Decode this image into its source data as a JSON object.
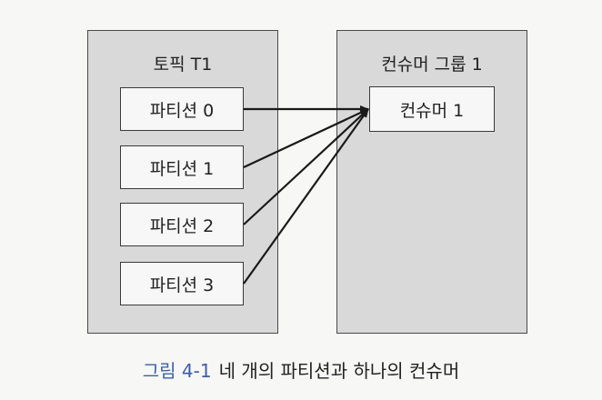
{
  "topic": {
    "title": "토픽 T1",
    "partitions": [
      "파티션 0",
      "파티션 1",
      "파티션 2",
      "파티션 3"
    ]
  },
  "consumer_group": {
    "title": "컨슈머 그룹 1",
    "consumers": [
      "컨슈머 1"
    ]
  },
  "caption": {
    "label": "그림 4-1",
    "text": "네 개의 파티션과 하나의 컨슈머"
  },
  "colors": {
    "caption_label": "#3d5fa8",
    "group_fill": "#d9d9d9",
    "node_fill": "#f7f7f7",
    "line": "#1a1a1a"
  }
}
